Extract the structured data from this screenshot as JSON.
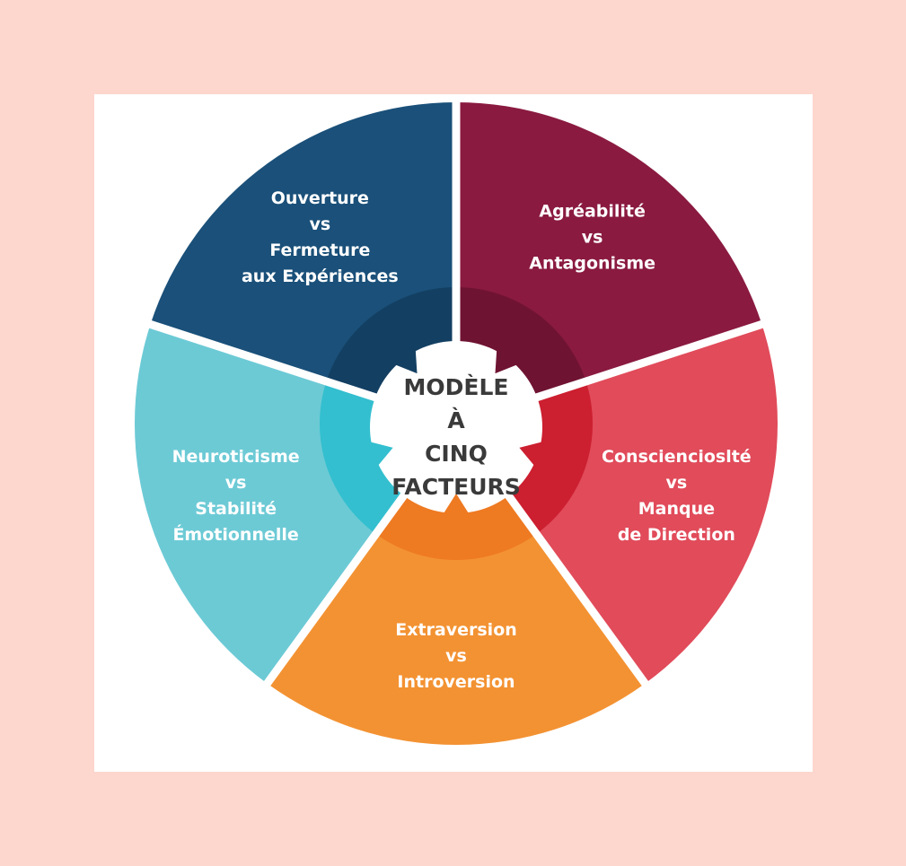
{
  "center": {
    "lines": [
      "MODÈLE",
      "À",
      "CINQ",
      "FACTEURS"
    ]
  },
  "segments": [
    {
      "id": "agreeableness",
      "lines": [
        "Agréabilité",
        "vs",
        "Antagonisme"
      ],
      "color": "#8a1a40",
      "ring_color": "#6f1332"
    },
    {
      "id": "conscientiousness",
      "lines": [
        "Consciencioslté",
        "vs",
        "Manque",
        "de Direction"
      ],
      "color": "#e14b5a",
      "ring_color": "#cc1f30"
    },
    {
      "id": "extraversion",
      "lines": [
        "Extraversion",
        "vs",
        "Introversion"
      ],
      "color": "#f39232",
      "ring_color": "#ee7a22"
    },
    {
      "id": "neuroticism",
      "lines": [
        "Neuroticisme",
        "vs",
        "Stabilité",
        "Émotionnelle"
      ],
      "color": "#6ccad5",
      "ring_color": "#33bfcf"
    },
    {
      "id": "openness",
      "lines": [
        "Ouverture",
        "vs",
        "Fermeture",
        "aux Expériences"
      ],
      "color": "#1a5079",
      "ring_color": "#133f62"
    }
  ]
}
